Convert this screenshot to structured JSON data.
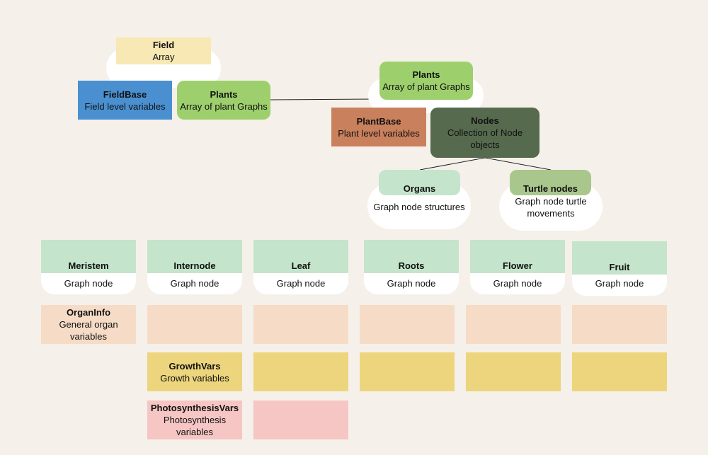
{
  "colors": {
    "background": "#f5f0ea",
    "field": "#f7e8b4",
    "fieldbase": "#4a90d0",
    "plants": "#9dd06c",
    "plantbase": "#c9805d",
    "nodes": "#566a4e",
    "organs": "#c4e5cb",
    "turtle": "#a9c78d",
    "organ_header": "#c4e5cb",
    "organinfo": "#f6dcc6",
    "growthvars": "#ecd57c",
    "photosynthesis": "#f5c6c3"
  },
  "field": {
    "title": "Field",
    "subtitle": "Array"
  },
  "fieldbase": {
    "title": "FieldBase",
    "subtitle": "Field level variables"
  },
  "plants_left": {
    "title": "Plants",
    "subtitle": "Array of plant Graphs"
  },
  "plants_right": {
    "title": "Plants",
    "subtitle": "Array of plant Graphs"
  },
  "plantbase": {
    "title": "PlantBase",
    "subtitle": "Plant level variables"
  },
  "nodes": {
    "title": "Nodes",
    "subtitle": "Collection of Node objects"
  },
  "organs": {
    "title": "Organs",
    "subtitle": "Graph node structures"
  },
  "turtle": {
    "title": "Turtle nodes",
    "subtitle": "Graph node turtle movements"
  },
  "organ_types": [
    {
      "title": "Meristem",
      "subtitle": "Graph node"
    },
    {
      "title": "Internode",
      "subtitle": "Graph node"
    },
    {
      "title": "Leaf",
      "subtitle": "Graph node"
    },
    {
      "title": "Roots",
      "subtitle": "Graph node"
    },
    {
      "title": "Flower",
      "subtitle": "Graph node"
    },
    {
      "title": "Fruit",
      "subtitle": "Graph node"
    }
  ],
  "organinfo": {
    "title": "OrganInfo",
    "subtitle": "General organ variables"
  },
  "growthvars": {
    "title": "GrowthVars",
    "subtitle": "Growth variables"
  },
  "photosynthesisvars": {
    "title": "PhotosynthesisVars",
    "subtitle": "Photosynthesis variables"
  }
}
